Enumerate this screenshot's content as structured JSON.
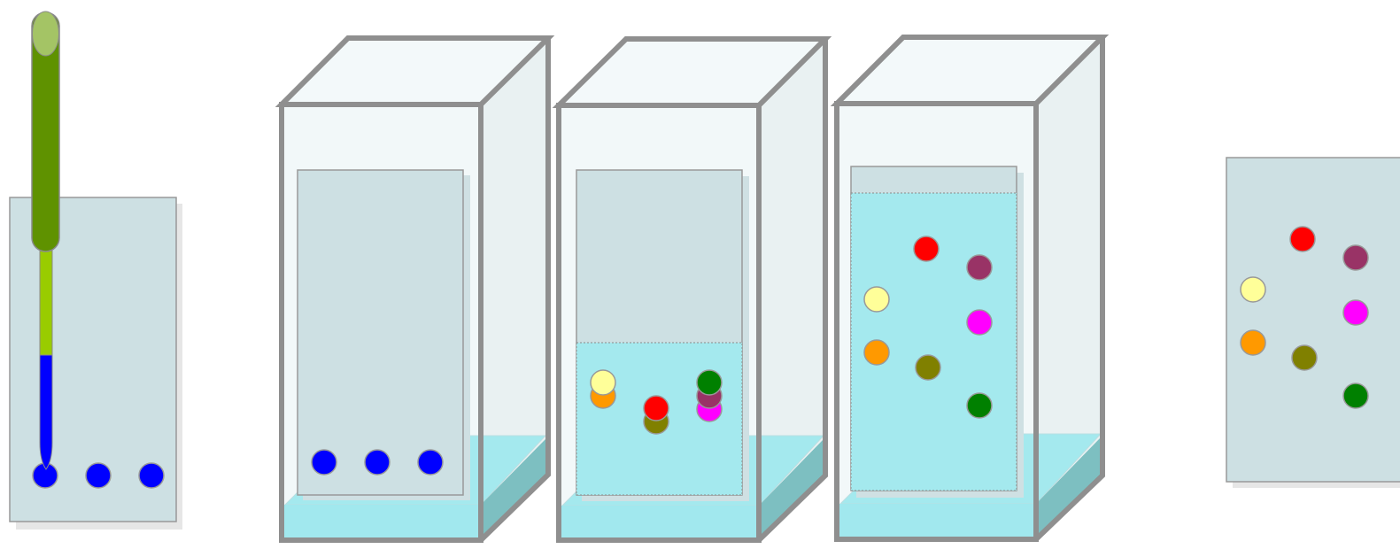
{
  "colors": {
    "plate": "#cde0e3",
    "plate_shadow": "#e6e6e6",
    "plate_border": "#999999",
    "tank_outline": "#8f8f8f",
    "tank_glass": "#f2f8f9",
    "tank_side": "#e9f1f2",
    "tank_top": "#f3f9fa",
    "solvent": "#a4e9ee",
    "solvent_side": "#7dbfc1",
    "solvent_front": "#a1e8ee",
    "pipette_body": "#5f9200",
    "pipette_bulb": "#a4c465",
    "pipette_stem": "#99cc00",
    "sample_blue": "#0000ff"
  },
  "spot_colors": {
    "yellow": "#ffff99",
    "orange": "#ff9900",
    "red": "#ff0000",
    "olive": "#808000",
    "plum": "#993366",
    "magenta": "#ff00ff",
    "green": "#008000",
    "blue": "#0000ff"
  },
  "panels": [
    {
      "id": "spotting",
      "description_visible": false
    },
    {
      "id": "tank-start"
    },
    {
      "id": "tank-developing"
    },
    {
      "id": "tank-finished"
    },
    {
      "id": "developed-plate"
    }
  ]
}
